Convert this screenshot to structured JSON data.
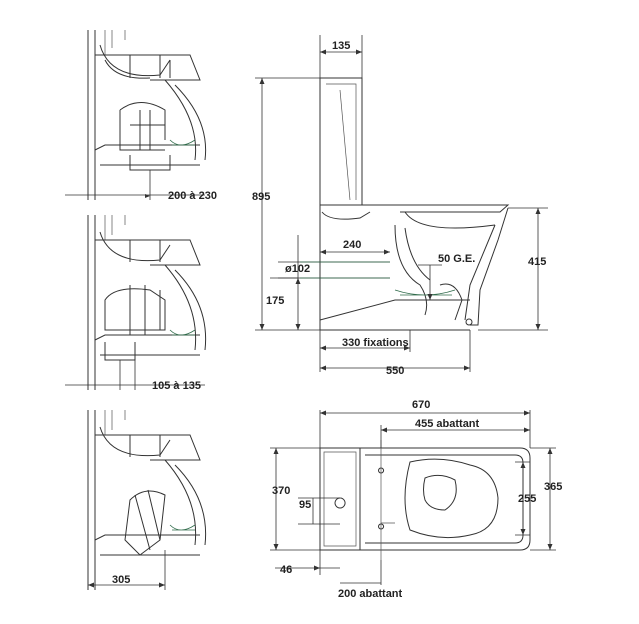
{
  "diagram": {
    "labels": {
      "a": "135",
      "b": "895",
      "c": "240",
      "d": "ø102",
      "e": "50 G.E.",
      "f": "415",
      "g": "175",
      "h": "330 fixations",
      "i": "550",
      "j": "670",
      "k": "455 abattant",
      "l": "370",
      "m": "95",
      "n": "255",
      "o": "365",
      "p": "46",
      "q": "200 abattant",
      "r": "200 à 230",
      "s": "105 à 135",
      "t": "305"
    }
  },
  "colors": {
    "line": "#333333",
    "water": "#2f6b4a",
    "background": "#ffffff"
  }
}
